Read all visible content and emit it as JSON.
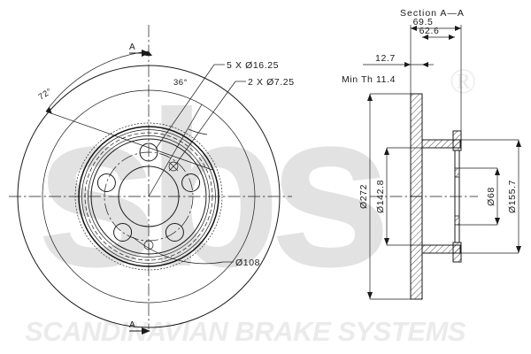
{
  "brand": {
    "watermark_letters": "sbs",
    "registered_symbol": "®",
    "tagline": "SCANDINAVIAN BRAKE SYSTEMS"
  },
  "front_view": {
    "section_mark_top": "A",
    "section_mark_bottom": "A",
    "angle_outer": "72°",
    "angle_inner": "36°",
    "callout_bolt_holes": "5 X Ø16.25",
    "callout_small_holes": "2 X Ø7.25",
    "callout_bolt_circle": "Ø108"
  },
  "section_view": {
    "title": "Section A—A",
    "overall_width": "69.5",
    "inner_width": "62.6",
    "disc_thickness": "12.7",
    "min_thickness": "Min Th 11.4",
    "outer_diameter": "Ø272",
    "inner_diameter": "Ø142.8",
    "bore_diameter": "Ø68",
    "hub_diameter": "Ø155.7"
  },
  "colors": {
    "line": "#1a1a1a",
    "watermark": "#e2e2e2",
    "background": "#ffffff"
  }
}
